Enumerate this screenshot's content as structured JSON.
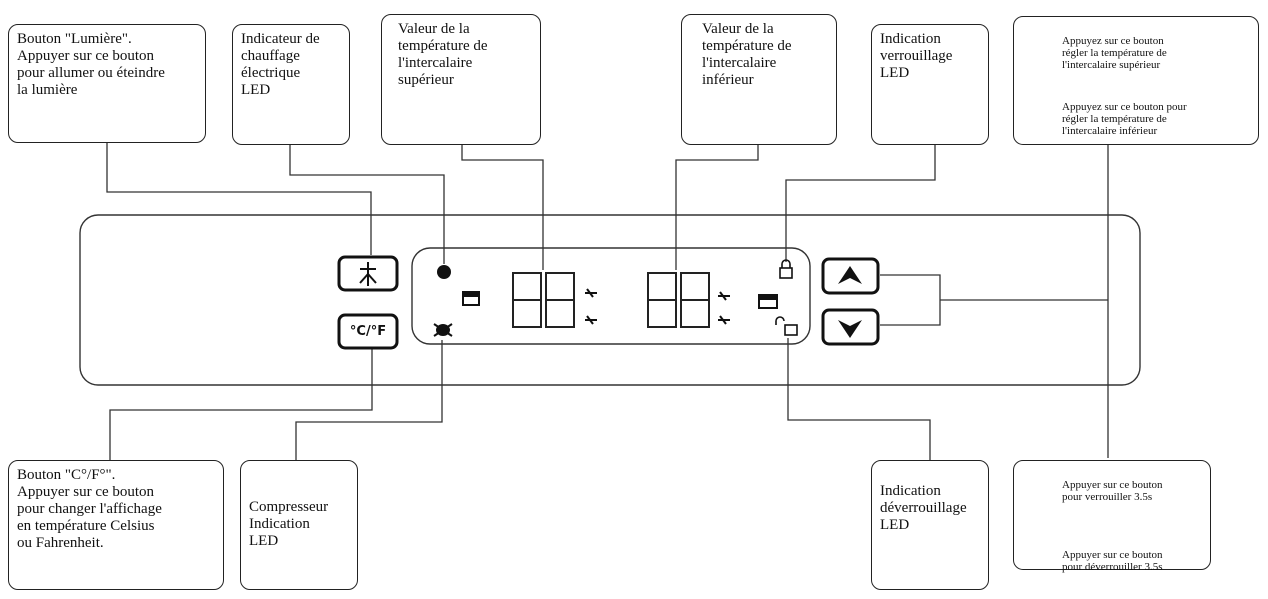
{
  "callouts": {
    "light_button": "Bouton \"Lumière\".\nAppuyer sur ce bouton\npour allumer ou éteindre\nla lumière",
    "heater_led": "Indicateur de\nchauffage\nélectrique\nLED",
    "upper_temp": "Valeur de la\ntempérature de\nl'intercalaire\nsupérieur",
    "lower_temp": "Valeur de la\ntempérature de\nl'intercalaire\ninférieur",
    "lock_led": "Indication\nverrouillage\nLED",
    "adjust_up": "Appuyez sur ce bouton\nrégler la température de\nl'intercalaire supérieur",
    "adjust_down": "Appuyez sur ce bouton pour\nrégler la température de\nl'intercalaire inférieur",
    "cf_button": "Bouton \"C°/F°\".\nAppuyer sur ce bouton\npour changer l'affichage\nen température Celsius\nou Fahrenheit.",
    "compressor_led": "Compresseur\nIndication\nLED",
    "unlock_led": "Indication\ndéverrouillage\nLED",
    "lock_up": "Appuyer sur ce bouton\npour verrouiller 3.5s",
    "unlock_down": "Appuyer sur ce bouton\npour déverrouiller 3.5s"
  },
  "panel": {
    "cf_label": "°C/°F",
    "upper_display": "88",
    "lower_display": "88"
  },
  "icons": {
    "up": "up-arrow-icon",
    "down": "down-arrow-icon",
    "light": "light-icon",
    "heater": "heater-icon",
    "compressor": "compressor-icon",
    "lock": "lock-icon",
    "unlock": "unlock-icon"
  }
}
